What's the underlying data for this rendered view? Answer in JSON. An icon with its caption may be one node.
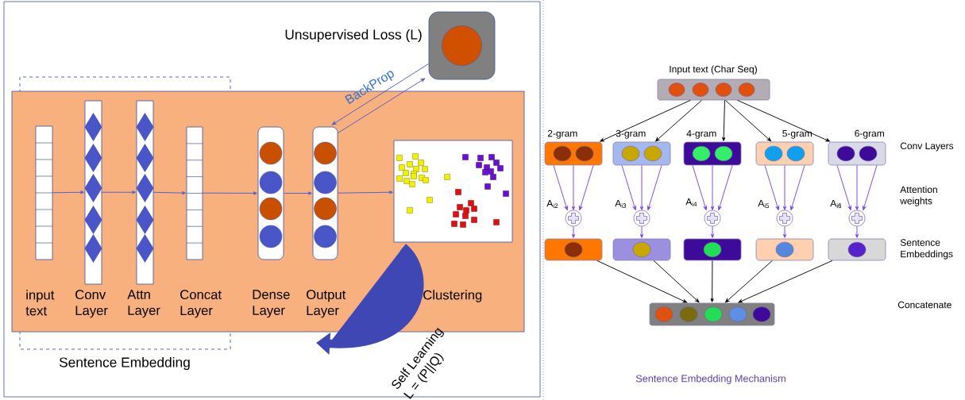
{
  "diagram": {
    "nodes": [
      {
        "text": [],
        "shape": "box"
      },
      {
        "text": [
          "input text"
        ],
        "in": 0
      },
      {
        "text": [
          "Conv Layer"
        ],
        "in": 0
      },
      {
        "text": [
          "Attn Layer"
        ],
        "in": 0
      },
      {
        "text": [
          "Concat Layer"
        ],
        "in": 0
      },
      {
        "text": [
          "Dense Layer"
        ],
        "in": 0
      },
      {
        "text": [
          "Output Layer"
        ],
        "in": 0
      },
      {
        "text": [
          "Clustering"
        ],
        "in": 0
      },
      {
        "text": [
          "Unsupervised Loss (L)"
        ]
      },
      {
        "text": [
          "Input text (Char Seq)"
        ]
      },
      {
        "text": [
          "2-gram"
        ]
      },
      {
        "text": [
          "3-gram"
        ]
      },
      {
        "text": [
          "4-gram"
        ]
      },
      {
        "text": [
          "5-gram"
        ]
      },
      {
        "text": [
          "6-gram"
        ]
      },
      {
        "text": [],
        "shape": "circle",
        "beside": [
          "A$_{i2}$"
        ]
      },
      {
        "text": [],
        "shape": "circle",
        "beside": [
          "A$_{i3}$"
        ]
      },
      {
        "text": [],
        "shape": "circle",
        "beside": [
          "A$_{i4}$"
        ]
      },
      {
        "text": [],
        "shape": "circle",
        "beside": [
          "A$_{i5}$"
        ]
      },
      {
        "text": [],
        "shape": "circle",
        "beside": [
          "A$_{i6}$"
        ]
      },
      {
        "text": [],
        "shape": "box"
      },
      {
        "text": [],
        "shape": "box"
      },
      {
        "text": [],
        "shape": "box"
      },
      {
        "text": [],
        "shape": "box"
      },
      {
        "text": [],
        "shape": "box"
      },
      {
        "text": [],
        "shape": "box"
      }
    ],
    "edges": [
      {
        "from": 1,
        "to": 2,
        "arrow": "to",
        "color": "#4a5ccc"
      },
      {
        "from": 2,
        "to": 3,
        "arrow": "to",
        "color": "#4a5ccc"
      },
      {
        "from": 3,
        "to": 4,
        "arrow": "to",
        "color": "#4a5ccc"
      },
      {
        "from": 4,
        "to": 5,
        "arrow": "to",
        "color": "#4a5ccc"
      },
      {
        "from": 5,
        "to": 6,
        "arrow": "to",
        "color": "#4a5ccc"
      },
      {
        "from": 6,
        "to": 7,
        "arrow": "to",
        "color": "#4a5ccc"
      },
      {
        "from": 8,
        "to": 6,
        "arrow": "to",
        "label": "BackProp",
        "color": "#4a5ccc"
      },
      {
        "from": 6,
        "to": 8,
        "arrow": "to",
        "color": "#4a5ccc"
      },
      {
        "from": 7,
        "to": null,
        "arrow": "to",
        "label": "Self Learning",
        "style": "thick",
        "color": "#3f47b4"
      },
      {
        "from": 9,
        "to": 10,
        "arrow": "to",
        "color": "#000000"
      },
      {
        "from": 9,
        "to": 11,
        "arrow": "to",
        "color": "#000000"
      },
      {
        "from": 9,
        "to": 12,
        "arrow": "to",
        "color": "#000000"
      },
      {
        "from": 9,
        "to": 13,
        "arrow": "to",
        "color": "#000000"
      },
      {
        "from": 9,
        "to": 14,
        "arrow": "to",
        "color": "#000000"
      },
      {
        "from": 10,
        "to": 15,
        "arrow": "to"
      },
      {
        "from": 10,
        "to": 15,
        "arrow": "to"
      },
      {
        "from": 10,
        "to": 15,
        "arrow": "to"
      },
      {
        "from": 11,
        "to": 16,
        "arrow": "to"
      },
      {
        "from": 11,
        "to": 16,
        "arrow": "to"
      },
      {
        "from": 11,
        "to": 16,
        "arrow": "to"
      },
      {
        "from": 12,
        "to": 17,
        "arrow": "to"
      },
      {
        "from": 12,
        "to": 17,
        "arrow": "to"
      },
      {
        "from": 12,
        "to": 17,
        "arrow": "to"
      },
      {
        "from": 13,
        "to": 18,
        "arrow": "to"
      },
      {
        "from": 13,
        "to": 18,
        "arrow": "to"
      },
      {
        "from": 13,
        "to": 18,
        "arrow": "to"
      },
      {
        "from": 14,
        "to": 19,
        "arrow": "to"
      },
      {
        "from": 14,
        "to": 19,
        "arrow": "to"
      },
      {
        "from": 14,
        "to": 19,
        "arrow": "to"
      },
      {
        "from": 15,
        "to": 20,
        "arrow": "to"
      },
      {
        "from": 16,
        "to": 21,
        "arrow": "to"
      },
      {
        "from": 17,
        "to": 22,
        "arrow": "to"
      },
      {
        "from": 18,
        "to": 23,
        "arrow": "to"
      },
      {
        "from": 19,
        "to": 24,
        "arrow": "to"
      },
      {
        "from": 20,
        "to": 25,
        "arrow": "to",
        "color": "#000000"
      },
      {
        "from": 21,
        "to": 25,
        "arrow": "to",
        "color": "#000000"
      },
      {
        "from": 22,
        "to": 25,
        "arrow": "to",
        "color": "#000000"
      },
      {
        "from": 23,
        "to": 25,
        "arrow": "to",
        "color": "#000000"
      },
      {
        "from": 24,
        "to": 25,
        "arrow": "to",
        "color": "#000000"
      }
    ],
    "labels": [
      "Sentence Embedding",
      "L = (P||Q)",
      "Conv Layers",
      "Attention weights",
      "Sentence Embeddings",
      "Concatenate",
      "Sentence Embedding Mechanism"
    ]
  }
}
